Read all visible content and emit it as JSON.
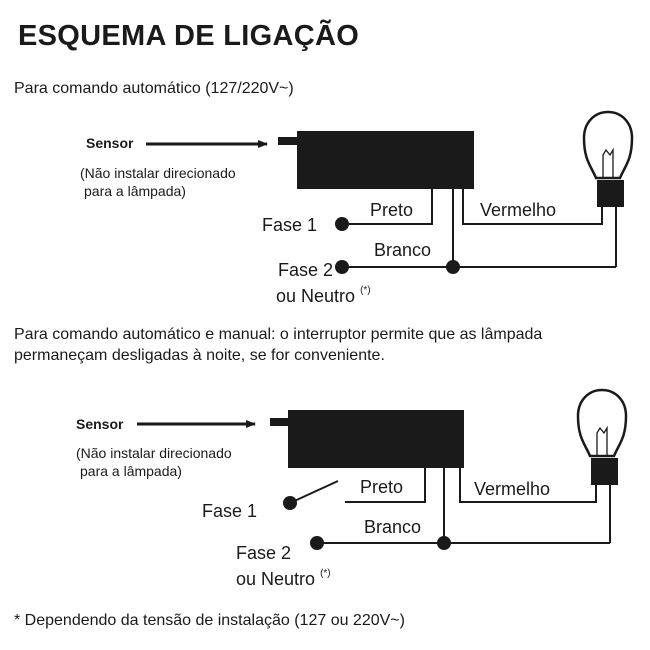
{
  "title": "ESQUEMA DE LIGAÇÃO",
  "diagram1": {
    "caption": "Para comando automático (127/220V~)",
    "sensor_label": "Sensor",
    "sensor_note_line1": "(Não instalar direcionado",
    "sensor_note_line2": "para a lâmpada)",
    "wire_black": "Preto",
    "wire_red": "Vermelho",
    "wire_white": "Branco",
    "fase1": "Fase 1",
    "fase2_line1": "Fase 2",
    "fase2_line2": "ou Neutro",
    "footnote_mark": "(*)"
  },
  "diagram2": {
    "caption_line1": "Para comando automático e manual: o interruptor permite que as lâmpada",
    "caption_line2": "permaneçam desligadas à noite, se for conveniente.",
    "sensor_label": "Sensor",
    "sensor_note_line1": "(Não instalar direcionado",
    "sensor_note_line2": "para a lâmpada)",
    "wire_black": "Preto",
    "wire_red": "Vermelho",
    "wire_white": "Branco",
    "fase1": "Fase 1",
    "fase2_line1": "Fase 2",
    "fase2_line2": "ou Neutro",
    "footnote_mark": "(*)"
  },
  "footnote": "* Dependendo da tensão de instalação (127 ou 220V~)",
  "icons": [
    "sensor-box-icon",
    "light-bulb-icon",
    "switch-icon",
    "arrow-icon"
  ],
  "colors": {
    "ink": "#1a1a1a",
    "background": "#ffffff"
  }
}
